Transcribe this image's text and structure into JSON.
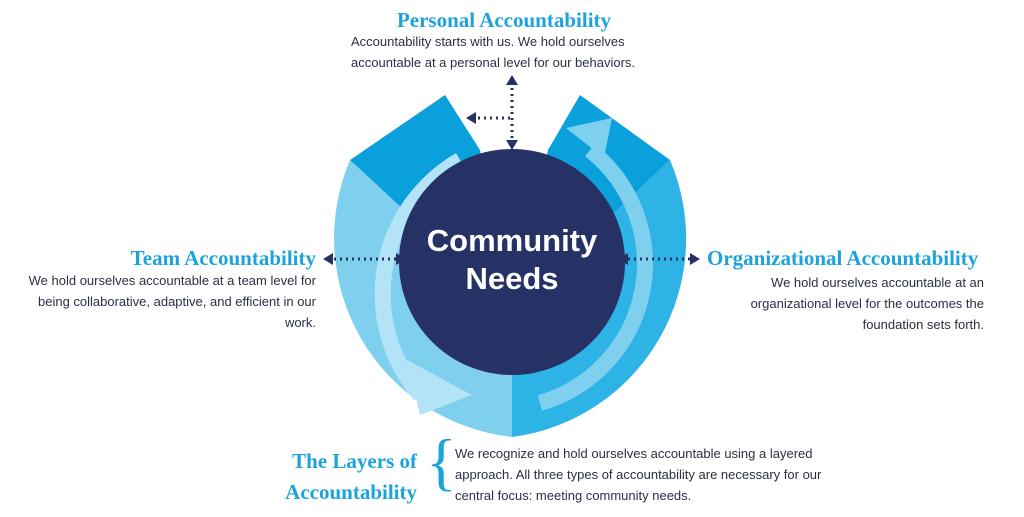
{
  "center": {
    "line1": "Community",
    "line2": "Needs"
  },
  "personal": {
    "title": "Personal Accountability",
    "desc": "Accountability starts with us. We hold ourselves accountable at a personal level for our behaviors."
  },
  "team": {
    "title": "Team Accountability",
    "desc": "We hold ourselves accountable at a team level for being collaborative, adaptive, and efficient in our work."
  },
  "organizational": {
    "title": "Organizational Accountability",
    "desc": "We hold ourselves accountable at an organizational level for the outcomes the foundation sets forth."
  },
  "layers": {
    "title": "The Layers of Accountability",
    "brace": "{",
    "desc": "We recognize and hold ourselves accountable using a layered approach. All three types of accountability are necessary for our central focus: meeting community needs."
  },
  "colors": {
    "dark_navy": "#263266",
    "accent_blue": "#1ca3dc",
    "mid_blue": "#2eb3e6",
    "light_blue": "#7fd0ef",
    "arrow_blue": "#b3e3f7",
    "text_dark": "#2a2f45"
  }
}
